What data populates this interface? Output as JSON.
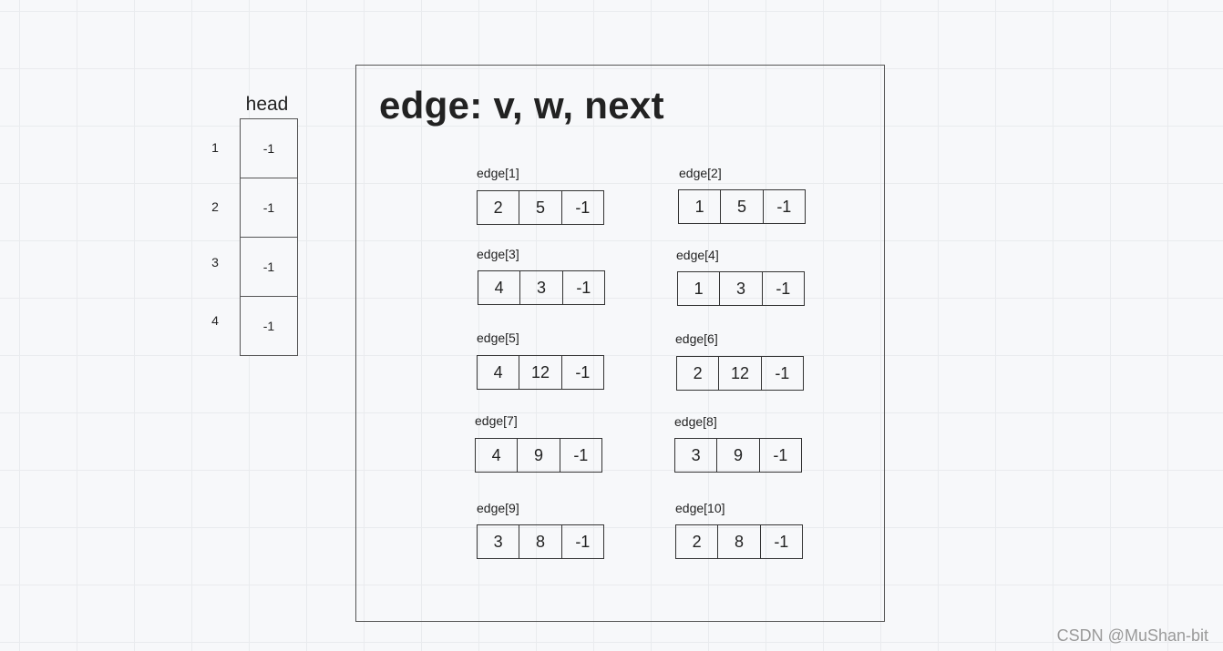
{
  "head": {
    "title": "head",
    "indices": [
      "1",
      "2",
      "3",
      "4"
    ],
    "values": [
      "-1",
      "-1",
      "-1",
      "-1"
    ]
  },
  "edge_panel": {
    "title": "edge: v, w, next",
    "records": [
      {
        "label": "edge[1]",
        "v": "2",
        "w": "5",
        "next": "-1"
      },
      {
        "label": "edge[2]",
        "v": "1",
        "w": "5",
        "next": "-1"
      },
      {
        "label": "edge[3]",
        "v": "4",
        "w": "3",
        "next": "-1"
      },
      {
        "label": "edge[4]",
        "v": "1",
        "w": "3",
        "next": "-1"
      },
      {
        "label": "edge[5]",
        "v": "4",
        "w": "12",
        "next": "-1"
      },
      {
        "label": "edge[6]",
        "v": "2",
        "w": "12",
        "next": "-1"
      },
      {
        "label": "edge[7]",
        "v": "4",
        "w": "9",
        "next": "-1"
      },
      {
        "label": "edge[8]",
        "v": "3",
        "w": "9",
        "next": "-1"
      },
      {
        "label": "edge[9]",
        "v": "3",
        "w": "8",
        "next": "-1"
      },
      {
        "label": "edge[10]",
        "v": "2",
        "w": "8",
        "next": "-1"
      }
    ]
  },
  "watermark": "CSDN @MuShan-bit"
}
